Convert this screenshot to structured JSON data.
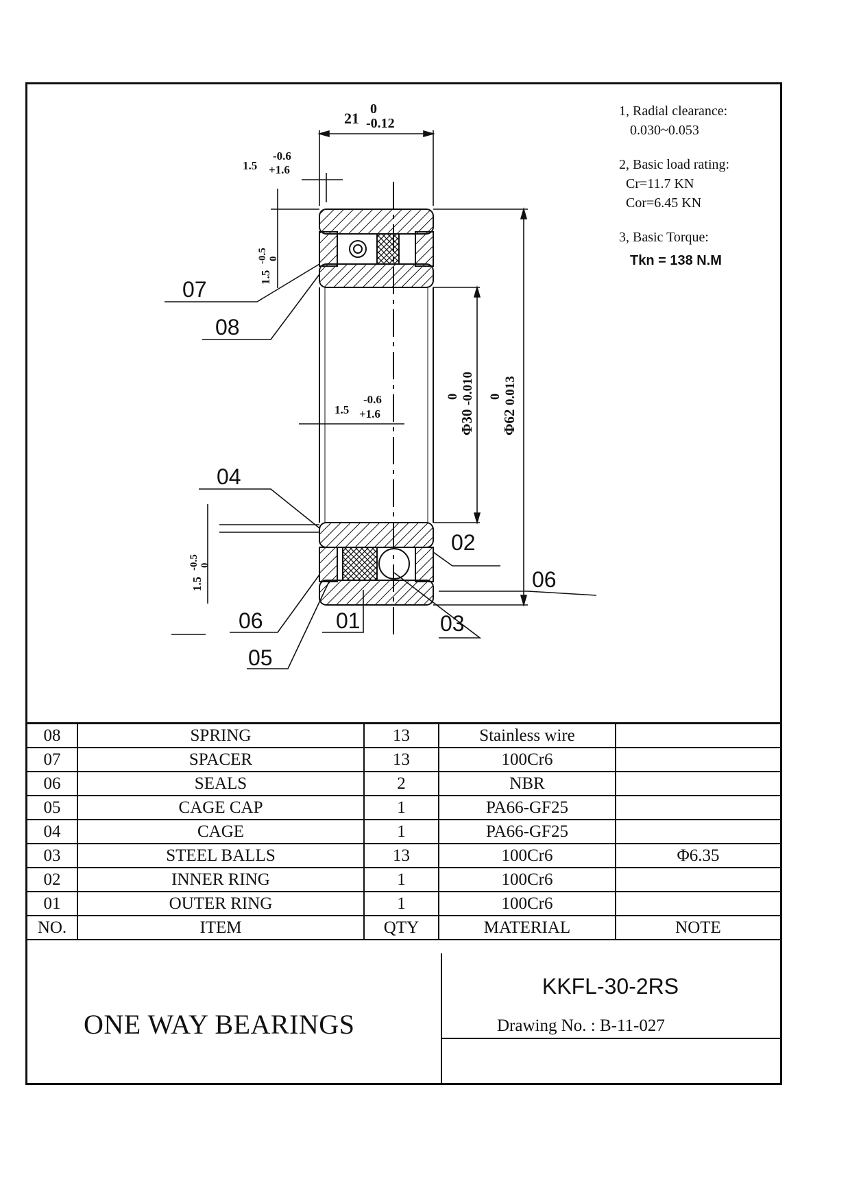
{
  "dimensions": {
    "width_label": "21",
    "width_tol_upper": "0",
    "width_tol_lower": "-0.12",
    "chamfer_base": "1.5",
    "chamfer_tol_upper": "-0.6",
    "chamfer_tol_lower": "+1.6",
    "chamfer_v_base": "1.5",
    "chamfer_v_tol_upper": "-0.5",
    "chamfer_v_tol_lower": "0",
    "bore": "Φ30",
    "bore_tol_upper": "0",
    "bore_tol_lower": "-0.010",
    "outer": "Φ62",
    "outer_tol_upper": "0",
    "outer_tol_lower": "0.013"
  },
  "callouts": [
    "07",
    "08",
    "04",
    "02",
    "06",
    "01",
    "03",
    "06",
    "05"
  ],
  "specs": {
    "radial_clearance_label": "1, Radial clearance:",
    "radial_clearance_value": "0.030~0.053",
    "load_rating_label": "2, Basic load rating:",
    "cr": "Cr=11.7 KN",
    "cor": "Cor=6.45 KN",
    "torque_label": "3, Basic Torque:",
    "torque_value": "Tkn = 138 N.M"
  },
  "bom": {
    "rows": [
      {
        "no": "08",
        "item": "SPRING",
        "qty": "13",
        "material": "Stainless wire",
        "note": ""
      },
      {
        "no": "07",
        "item": "SPACER",
        "qty": "13",
        "material": "100Cr6",
        "note": ""
      },
      {
        "no": "06",
        "item": "SEALS",
        "qty": "2",
        "material": "NBR",
        "note": ""
      },
      {
        "no": "05",
        "item": "CAGE CAP",
        "qty": "1",
        "material": "PA66-GF25",
        "note": ""
      },
      {
        "no": "04",
        "item": "CAGE",
        "qty": "1",
        "material": "PA66-GF25",
        "note": ""
      },
      {
        "no": "03",
        "item": "STEEL BALLS",
        "qty": "13",
        "material": "100Cr6",
        "note": "Φ6.35"
      },
      {
        "no": "02",
        "item": "INNER RING",
        "qty": "1",
        "material": "100Cr6",
        "note": ""
      },
      {
        "no": "01",
        "item": "OUTER RING",
        "qty": "1",
        "material": "100Cr6",
        "note": ""
      }
    ],
    "header": {
      "no": "NO.",
      "item": "ITEM",
      "qty": "QTY",
      "material": "MATERIAL",
      "note": "NOTE"
    }
  },
  "title_block": {
    "title": "ONE WAY BEARINGS",
    "model": "KKFL-30-2RS",
    "drawing_no": "Drawing No. : B-11-027"
  }
}
